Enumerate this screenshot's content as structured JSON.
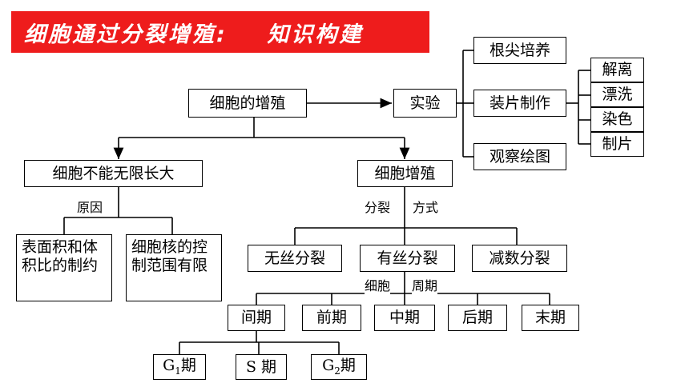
{
  "banner": {
    "title": "细胞通过分裂增殖:    知识构建"
  },
  "nodes": {
    "root": "细胞的增殖",
    "experiment": "实验",
    "exp_items": [
      "根尖培养",
      "装片制作",
      "观察绘图"
    ],
    "steps": [
      "解离",
      "漂洗",
      "染色",
      "制片"
    ],
    "not_unlimited": "细胞不能无限长大",
    "reason_label": "原因",
    "reason1": "表面积和体积比的制约",
    "reason2": "细胞核的控制范围有限",
    "proliferation": "细胞增殖",
    "mode_label_left": "分裂",
    "mode_label_right": "方式",
    "division_types": [
      "无丝分裂",
      "有丝分裂",
      "减数分裂"
    ],
    "cycle_label_left": "细胞",
    "cycle_label_right": "周期",
    "phases": [
      "间期",
      "前期",
      "中期",
      "后期",
      "末期"
    ],
    "interphase_sub": {
      "g1": {
        "main": "G",
        "sub": "1",
        "suffix": "期"
      },
      "s": "S 期",
      "g2": {
        "main": "G",
        "sub": "2",
        "suffix": "期"
      }
    }
  }
}
